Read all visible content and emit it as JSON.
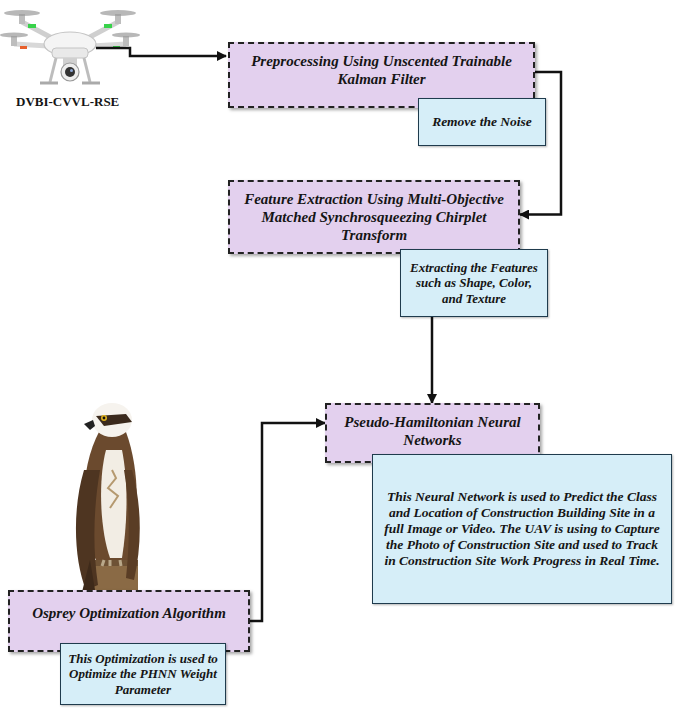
{
  "diagram": {
    "nodes": [
      {
        "text": [
          "Preprocessing Using Unscented Trainable Kalman Filter"
        ]
      },
      {
        "text": [
          "Remove the Noise"
        ]
      },
      {
        "text": [
          "Feature Extraction Using Multi-Objective Matched Synchrosqueezing Chirplet Transform"
        ]
      },
      {
        "text": [
          "Extracting the Features such as Shape, Color, and Texture"
        ]
      },
      {
        "text": [
          "Pseudo-Hamiltonian Neural Networks"
        ]
      },
      {
        "text": [
          "This Neural Network is used to Predict the Class and Location of Construction Building Site in a full Image or Video. The UAV is using to Capture the Photo of Construction Site and used to Track in Construction Site Work Progress in Real Time."
        ]
      },
      {
        "text": [
          "Osprey Optimization Algorithm"
        ]
      },
      {
        "text": [
          "This Optimization is used to Optimize the PHNN Weight Parameter"
        ]
      }
    ],
    "edges": [
      {
        "from": 0,
        "to": 2,
        "arrow": "to"
      },
      {
        "from": 3,
        "to": 4,
        "arrow": "to"
      },
      {
        "from": 6,
        "to": 4,
        "arrow": "to"
      }
    ],
    "labels": [
      "DVBI-CVVL-RSE"
    ]
  }
}
